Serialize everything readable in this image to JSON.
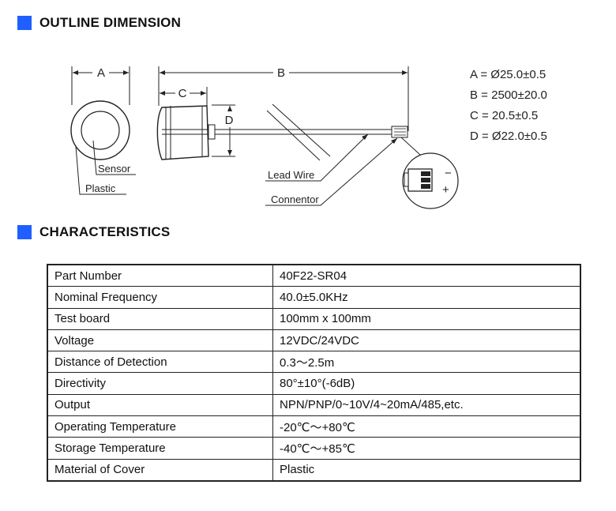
{
  "outline": {
    "title": "OUTLINE DIMENSION",
    "dim_letters": {
      "a": "A",
      "b": "B",
      "c": "C",
      "d": "D"
    },
    "callouts": {
      "sensor": "Sensor",
      "plastic": "Plastic",
      "lead_wire": "Lead Wire",
      "connector": "Connentor"
    },
    "polarity": {
      "minus": "−",
      "plus": "+"
    },
    "specs": [
      "A = Ø25.0±0.5",
      "B = 2500±20.0",
      "C = 20.5±0.5",
      "D = Ø22.0±0.5"
    ]
  },
  "characteristics": {
    "title": "CHARACTERISTICS",
    "rows": [
      {
        "key": "Part Number",
        "value": "40F22-SR04"
      },
      {
        "key": "Nominal Frequency",
        "value": "40.0±5.0KHz"
      },
      {
        "key": "Test board",
        "value": "100mm x 100mm"
      },
      {
        "key": "Voltage",
        "value": "12VDC/24VDC"
      },
      {
        "key": "Distance of Detection",
        "value": "0.3～2.5m"
      },
      {
        "key": "Directivity",
        "value": "80°±10°(-6dB)"
      },
      {
        "key": "Output",
        "value": "NPN/PNP/0~10V/4~20mA/485,etc."
      },
      {
        "key": "Operating Temperature",
        "value": "-20℃～+80℃"
      },
      {
        "key": "Storage Temperature",
        "value": "-40℃～+85℃"
      },
      {
        "key": "Material of Cover",
        "value": "Plastic"
      }
    ]
  }
}
